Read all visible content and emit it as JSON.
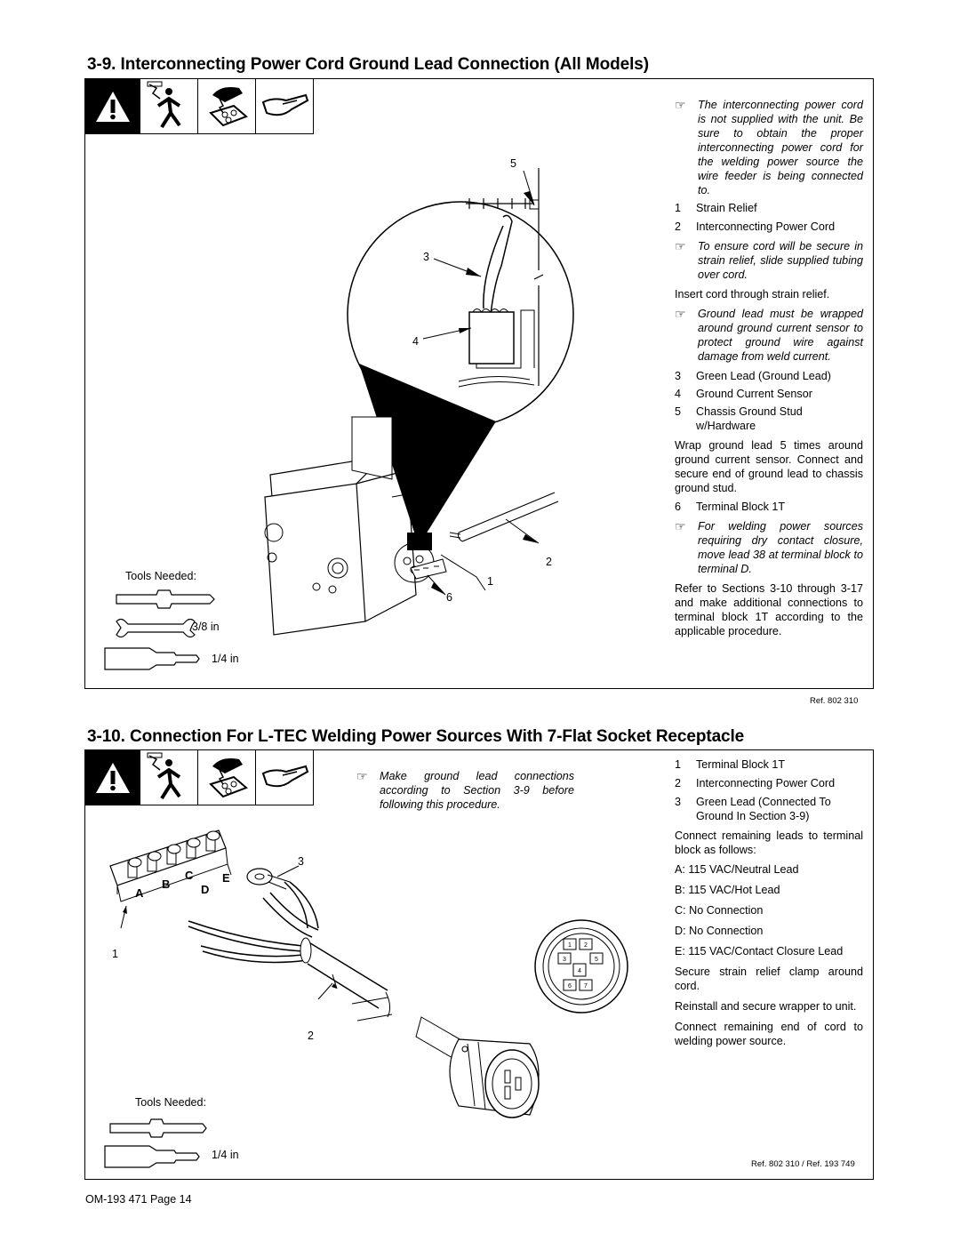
{
  "section1": {
    "heading": "3-9.   Interconnecting Power Cord Ground Lead Connection (All Models)",
    "notes": [
      "The interconnecting power cord is not supplied with the unit. Be sure to obtain the proper interconnecting power cord for the welding power source the wire feeder is being connected to.",
      "To ensure cord will be secure in strain relief, slide supplied tubing over cord.",
      "Ground lead must be wrapped around ground current sensor to protect ground wire against damage from weld current.",
      "For welding power sources requiring dry contact closure, move lead 38 at terminal block to terminal D."
    ],
    "items_a": [
      {
        "n": "1",
        "t": "Strain Relief"
      },
      {
        "n": "2",
        "t": "Interconnecting Power Cord"
      }
    ],
    "insert_text": "Insert cord through strain relief.",
    "items_b": [
      {
        "n": "3",
        "t": "Green Lead (Ground Lead)"
      },
      {
        "n": "4",
        "t": "Ground Current Sensor"
      },
      {
        "n": "5",
        "t": "Chassis Ground Stud w/Hardware"
      }
    ],
    "wrap_text": "Wrap ground lead 5 times around ground current sensor. Connect and secure end of ground lead to chassis ground stud.",
    "items_c": [
      {
        "n": "6",
        "t": "Terminal Block 1T"
      }
    ],
    "refer_text": "Refer to Sections 3-10 through 3-17 and make additional connections to terminal block 1T according to the applicable procedure.",
    "ref": "Ref. 802 310",
    "tools_label": "Tools Needed:",
    "tool1": "3/8 in",
    "tool2": "1/4 in",
    "callouts": [
      "5",
      "3",
      "4",
      "2",
      "1",
      "6"
    ]
  },
  "section2": {
    "heading": "3-10.  Connection For L-TEC Welding Power Sources With 7-Flat Socket Receptacle",
    "note": "Make ground lead connections according to Section 3-9 before following this procedure.",
    "items": [
      {
        "n": "1",
        "t": "Terminal Block 1T"
      },
      {
        "n": "2",
        "t": "Interconnecting Power Cord"
      },
      {
        "n": "3",
        "t": "Green Lead (Connected To Ground In Section 3-9)"
      }
    ],
    "connect_text": "Connect remaining leads to terminal block as follows:",
    "leads": [
      "A: 115 VAC/Neutral Lead",
      "B: 115 VAC/Hot Lead",
      "C: No Connection",
      "D: No Connection",
      "E: 115 VAC/Contact Closure Lead"
    ],
    "steps": [
      "Secure strain relief clamp around cord.",
      "Reinstall and secure wrapper to unit.",
      "Connect remaining end of cord to welding power source."
    ],
    "ref": "Ref. 802 310 / Ref. 193 749",
    "tools_label": "Tools Needed:",
    "tool1": "1/4 in",
    "terminal_letters": [
      "A",
      "B",
      "C",
      "D",
      "E"
    ],
    "callouts": [
      "3",
      "1",
      "2"
    ],
    "socket_pins": [
      "1",
      "2",
      "3",
      "4",
      "5",
      "6",
      "7"
    ]
  },
  "footer": "OM-193 471 Page 14"
}
